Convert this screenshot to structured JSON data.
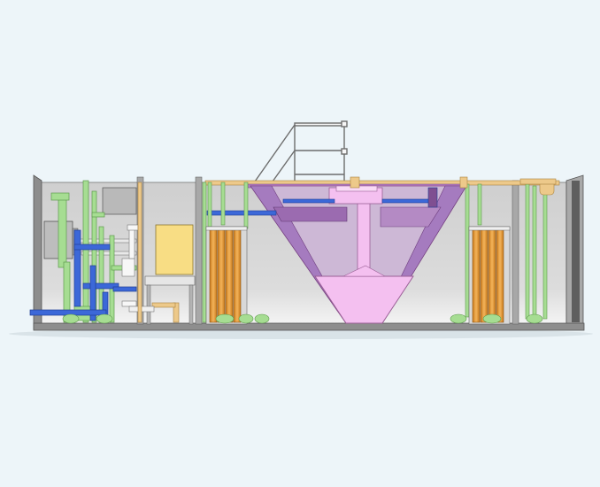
{
  "scene": {
    "subject": "water-treatment-container-cutaway",
    "palette": {
      "background": "#edf5f9",
      "wall": "#c8c8c8",
      "wall_dark": "#7d7d7d",
      "floor": "#8e8e8e",
      "pipe_green": "#a6dd92",
      "pipe_green_edge": "#5f9a4d",
      "pipe_blue": "#3c68d8",
      "pipe_blue_edge": "#1f3e94",
      "pipe_tan": "#edc98a",
      "pipe_tan_edge": "#a8813e",
      "hopper_pink": "#f4c0f0",
      "hopper_edge": "#9a5f96",
      "hopper_purple": "#9b6bb0",
      "filter_orange": "#e59a3a",
      "filter_edge": "#8a5413",
      "panel_yellow": "#f8dd84",
      "rail_white": "#f7f7f7"
    },
    "icons": [
      "railing",
      "hopper-tank",
      "filter-cartridges",
      "control-panel",
      "pump-skid"
    ]
  }
}
